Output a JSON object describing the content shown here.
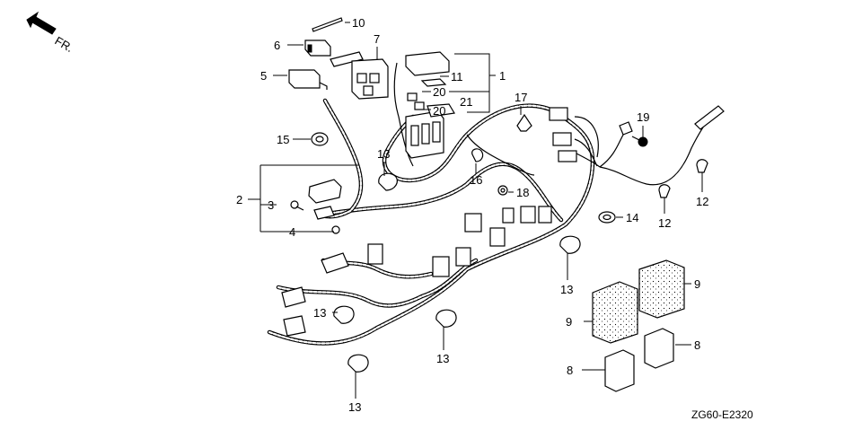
{
  "direction": "FR.",
  "code": "ZG60-E2320",
  "parts": [
    "10",
    "6",
    "7",
    "5",
    "11",
    "1",
    "20",
    "20",
    "21",
    "17",
    "19",
    "15",
    "13",
    "16",
    "18",
    "2",
    "3",
    "4",
    "12",
    "14",
    "12",
    "13",
    "9",
    "13",
    "9",
    "8",
    "8",
    "13",
    "13"
  ]
}
